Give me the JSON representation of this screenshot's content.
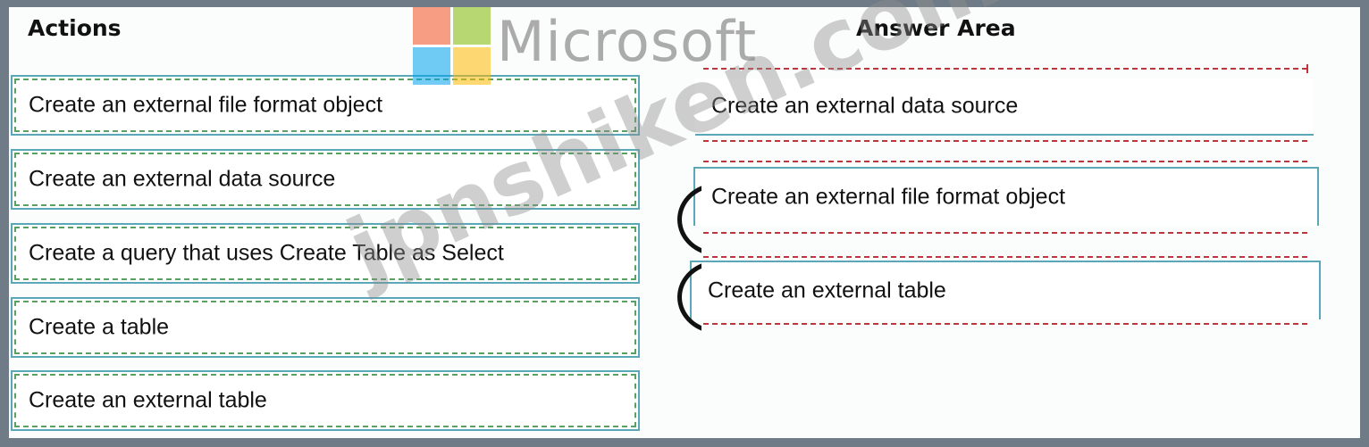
{
  "headings": {
    "actions": "Actions",
    "answer_area": "Answer Area"
  },
  "actions": [
    {
      "label": "Create an external file format object"
    },
    {
      "label": "Create an external data source"
    },
    {
      "label": "Create a query that uses Create Table as Select"
    },
    {
      "label": "Create a table"
    },
    {
      "label": "Create an external table"
    }
  ],
  "answer_area": [
    {
      "label": "Create an external data source"
    },
    {
      "label": "Create an external file format object"
    },
    {
      "label": "Create an external table"
    }
  ],
  "watermark": {
    "logo_text": "Microsoft",
    "diagonal_text": "jpnshiken.com"
  },
  "colors": {
    "frame": "#6f7b86",
    "action_border": "#5aa7b7",
    "action_dash": "#58a160",
    "answer_dash": "#c0343b",
    "logo_red": "#f25022",
    "logo_green": "#7fba00",
    "logo_blue": "#00a4ef",
    "logo_yellow": "#ffb900"
  }
}
